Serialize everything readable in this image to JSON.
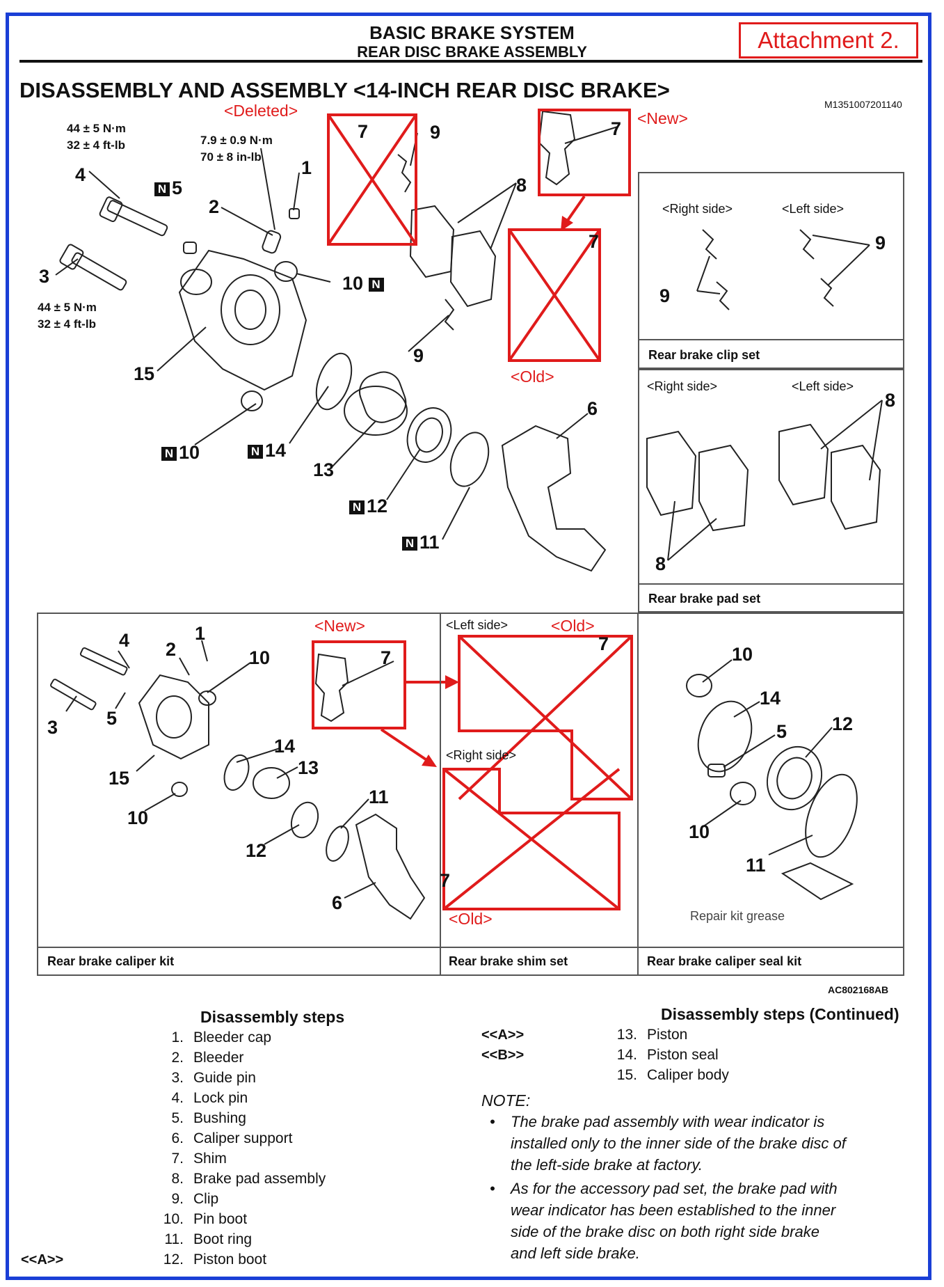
{
  "header": {
    "line1": "BASIC BRAKE SYSTEM",
    "line2": "REAR DISC BRAKE ASSEMBLY",
    "attachment": "Attachment 2."
  },
  "title": "DISASSEMBLY AND ASSEMBLY <14-INCH REAR DISC BRAKE>",
  "doc_code": "M1351007201140",
  "figure_code": "AC802168AB",
  "annotations": {
    "deleted": "<Deleted>",
    "new": "<New>",
    "old": "<Old>",
    "left_side": "<Left side>",
    "right_side": "<Right side>",
    "repair_grease": "Repair kit grease",
    "n_badge": "N"
  },
  "torques": {
    "t4_nm": "44 ± 5 N·m",
    "t4_ft": "32 ± 4 ft-lb",
    "t2_nm": "7.9 ± 0.9 N·m",
    "t2_in": "70 ± 8 in-lb",
    "t3_nm": "44 ± 5 N·m",
    "t3_ft": "32 ± 4 ft-lb"
  },
  "callouts": [
    "1",
    "2",
    "3",
    "4",
    "5",
    "6",
    "7",
    "8",
    "9",
    "10",
    "11",
    "12",
    "13",
    "14",
    "15"
  ],
  "panels": {
    "clip_set": "Rear brake clip set",
    "pad_set": "Rear brake pad set",
    "caliper_kit": "Rear brake caliper kit",
    "shim_set": "Rear brake shim set",
    "seal_kit": "Rear brake caliper seal kit"
  },
  "steps": {
    "title": "Disassembly steps",
    "title_cont": "Disassembly steps (Continued)",
    "marker_a": "<<A>>",
    "marker_b": "<<B>>",
    "list1": [
      {
        "n": "1.",
        "t": "Bleeder cap"
      },
      {
        "n": "2.",
        "t": "Bleeder"
      },
      {
        "n": "3.",
        "t": "Guide pin"
      },
      {
        "n": "4.",
        "t": "Lock pin"
      },
      {
        "n": "5.",
        "t": "Bushing"
      },
      {
        "n": "6.",
        "t": "Caliper support"
      },
      {
        "n": "7.",
        "t": "Shim"
      },
      {
        "n": "8.",
        "t": "Brake pad assembly"
      },
      {
        "n": "9.",
        "t": "Clip"
      },
      {
        "n": "10.",
        "t": "Pin boot"
      },
      {
        "n": "11.",
        "t": "Boot ring"
      },
      {
        "n": "12.",
        "t": "Piston boot"
      }
    ],
    "list2": [
      {
        "n": "13.",
        "t": "Piston"
      },
      {
        "n": "14.",
        "t": "Piston seal"
      },
      {
        "n": "15.",
        "t": "Caliper body"
      }
    ]
  },
  "note": {
    "label": "NOTE:",
    "b1_l1": "The brake pad assembly with wear indicator is",
    "b1_l2": "installed only to the inner side of the brake disc of",
    "b1_l3": "the left-side brake at factory.",
    "b2_l1": "As for the accessory pad set, the brake pad with",
    "b2_l2": "wear indicator has been established to the inner",
    "b2_l3": "side of the brake disc on both right side brake",
    "b2_l4": "and left side brake."
  }
}
